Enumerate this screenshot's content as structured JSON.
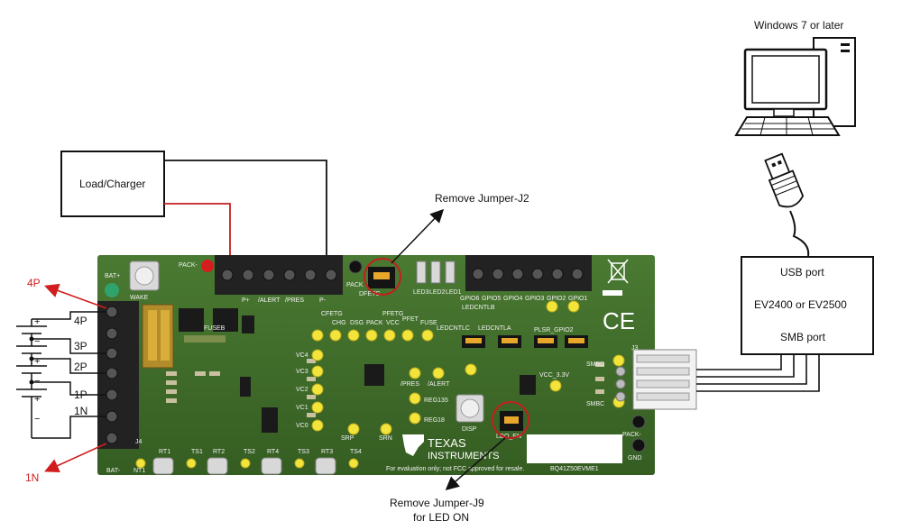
{
  "labels": {
    "windows": "Windows 7 or later",
    "load_charger": "Load/Charger",
    "remove_j2": "Remove Jumper-J2",
    "remove_j9_line1": "Remove Jumper-J9",
    "remove_j9_line2": "for LED ON",
    "usb_port": "USB port",
    "ev_model": "EV2400 or EV2500",
    "smb_port": "SMB port",
    "pos_terminal": "4P",
    "neg_terminal": "1N"
  },
  "battery_taps": [
    "4P",
    "3P",
    "2P",
    "1P",
    "1N"
  ],
  "board": {
    "brand_line1": "TEXAS",
    "brand_line2": "INSTRUMENTS",
    "disclaimer": "For evaluation only; not FCC approved for resale.",
    "part_number": "BQ41Z50EVME1",
    "ce_mark": "CE",
    "buttons": {
      "wake": "WAKE",
      "disp": "DISP"
    },
    "connectors": {
      "top_left": [
        "PACK-",
        "P+",
        "/ALERT",
        "/PRES",
        "P-"
      ],
      "right": "J3",
      "left": "J4"
    },
    "test_points_top": [
      "BAT+",
      "CFETG",
      "DFETG",
      "PFETG",
      "CHG",
      "DSG",
      "PACK",
      "VCC",
      "PFET",
      "FUSE"
    ],
    "test_points_mid": [
      "VC4",
      "VC3",
      "VC2",
      "VC1",
      "VC0",
      "/PRES",
      "/ALERT",
      "REG135",
      "REG18",
      "SRP",
      "SRN"
    ],
    "thermistors": [
      "RT1",
      "TS1",
      "RT2",
      "TS2",
      "RT4",
      "TS3",
      "RT3",
      "TS4"
    ],
    "smb_pins": [
      "SMBD",
      "SMBC"
    ],
    "leds": [
      "LED3",
      "LED2",
      "LED1"
    ],
    "gpio_labels": [
      "GPIO6",
      "GPIO5",
      "GPIO4",
      "GPIO3",
      "GPIO2",
      "GPIO1"
    ],
    "led_cntl": [
      "LEDCNTLB",
      "LEDCNTLC",
      "LEDCNTLA"
    ],
    "bottom_right": [
      "PACK-",
      "GND"
    ],
    "misc": [
      "FUSEB",
      "BAT-",
      "NT1",
      "VCC_3.3V",
      "LDO_EN",
      "PLSR_GPIO2"
    ]
  },
  "colors": {
    "pcb": "#3f6b2a",
    "arrow_red": "#d01e1e",
    "wire_red": "#c41e1e",
    "test_point_yellow": "#f2e43a",
    "jumper_circle": "#c41e1e"
  }
}
